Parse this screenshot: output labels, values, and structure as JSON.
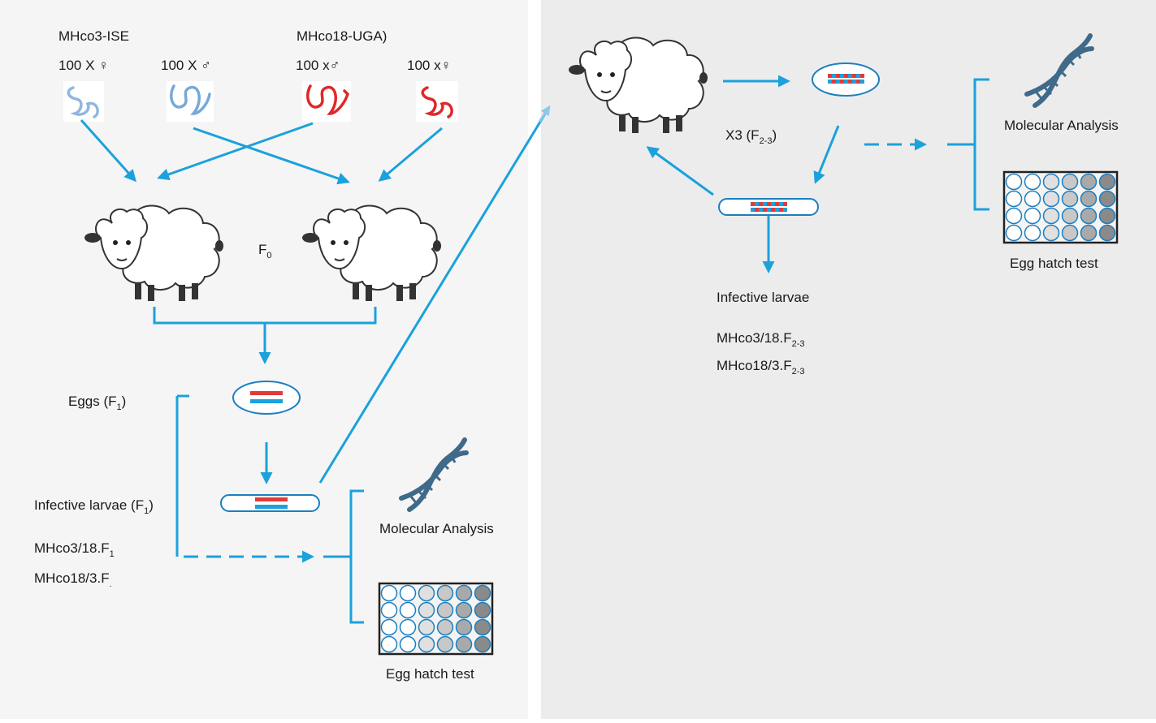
{
  "colors": {
    "left_panel_bg": "#f5f5f5",
    "right_panel_bg": "#ececec",
    "arrow": "#1ba1dc",
    "red": "#e23a3a",
    "blue_worm": "#7fb0de",
    "dna": "#3f6a8a"
  },
  "strains": {
    "ise_name": "MHco3-ISE",
    "uga_name": "MHco18-UGA)",
    "w1": "100 X ♀",
    "w2": "100  X ♂",
    "w3": "100 x♂",
    "w4": "100 x♀"
  },
  "f0": {
    "base": "F",
    "sub": "0"
  },
  "eggs_f1": {
    "pre": "Eggs (F",
    "sub": "1",
    "post": ")"
  },
  "larvae_f1": {
    "pre": "Infective larvae (F",
    "sub": "1",
    "post": ")"
  },
  "hybrid_f1_a": {
    "base": "MHco3/18.F",
    "sub": "1"
  },
  "hybrid_f1_b": {
    "base": "MHco18/3.F",
    "sub": "."
  },
  "left_analysis": {
    "molecular": "Molecular Analysis",
    "egg_hatch": "Egg hatch test"
  },
  "x3": {
    "pre": "X3 (F",
    "sub": "2-3",
    "post": ")"
  },
  "right_larvae_label": "Infective larvae",
  "hybrid_f23_a": {
    "base": "MHco3/18.F",
    "sub": "2-3"
  },
  "hybrid_f23_b": {
    "base": "MHco18/3.F",
    "sub": "2-3"
  },
  "right_analysis": {
    "molecular": "Molecular Analysis",
    "egg_hatch": "Egg hatch test"
  },
  "icons": [
    "worm-icon",
    "sheep-icon",
    "egg-icon",
    "larva-icon",
    "dna-icon",
    "well-plate-icon"
  ]
}
